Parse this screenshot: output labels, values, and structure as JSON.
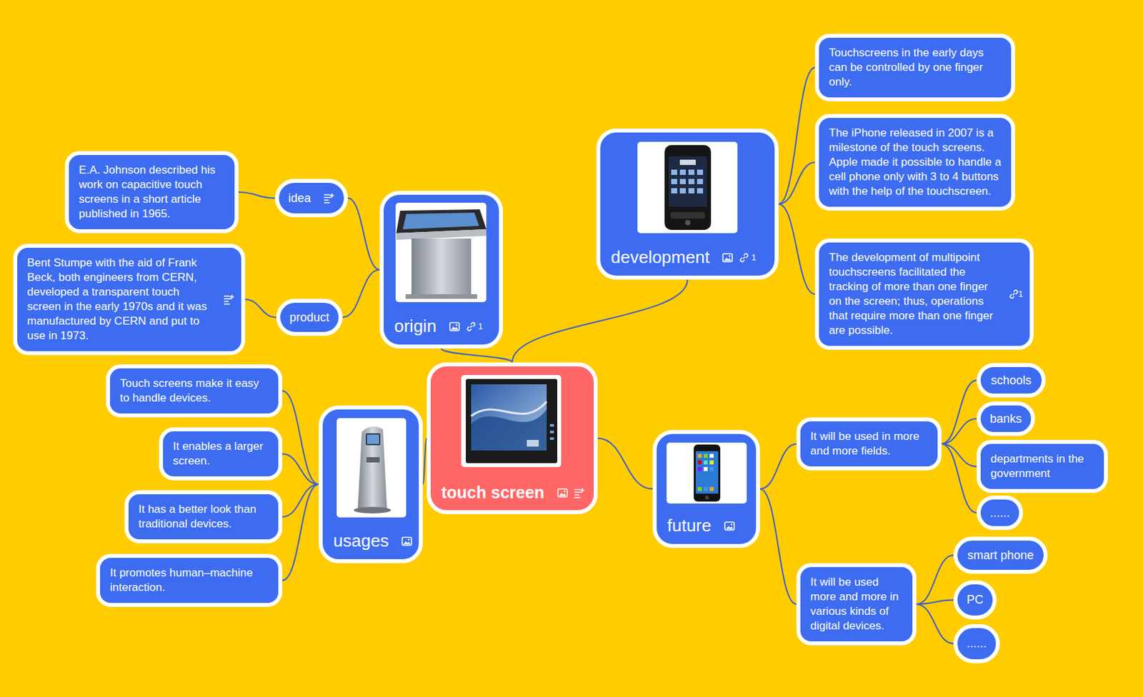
{
  "diagram": {
    "nodes": [
      {
        "text": [
          "touch screen"
        ]
      },
      {
        "text": [
          "origin"
        ]
      },
      {
        "text": [
          "idea"
        ]
      },
      {
        "text": [
          "E.A. Johnson described his work on capacitive touch screens in a short article published in 1965."
        ]
      },
      {
        "text": [
          "product"
        ]
      },
      {
        "text": [
          "Bent Stumpe with the aid of Frank Beck, both engineers from CERN, developed a transparent touch screen in the early 1970s and it was manufactured by CERN and put to use in 1973."
        ]
      },
      {
        "text": [
          "usages"
        ]
      },
      {
        "text": [
          "Touch screens make it easy to handle devices."
        ]
      },
      {
        "text": [
          "It enables a larger screen."
        ]
      },
      {
        "text": [
          "It has a better look than traditional devices."
        ]
      },
      {
        "text": [
          "It promotes human–machine interaction."
        ]
      },
      {
        "text": [
          "development"
        ]
      },
      {
        "text": [
          "Touchscreens in the early days can be controlled by one finger only."
        ]
      },
      {
        "text": [
          "The iPhone released in 2007 is a milestone of the touch screens. Apple made it possible to handle a cell phone only with 3 to 4 buttons with the help of the touchscreen."
        ]
      },
      {
        "text": [
          "The development of multipoint touchscreens facilitated the tracking of more than one finger on the screen; thus, operations that require more than one finger are possible."
        ]
      },
      {
        "text": [
          "future"
        ]
      },
      {
        "text": [
          "It will be used in more and more fields."
        ]
      },
      {
        "text": [
          "schools"
        ]
      },
      {
        "text": [
          "banks"
        ]
      },
      {
        "text": [
          "departments in the government"
        ]
      },
      {
        "text": [
          "......"
        ]
      },
      {
        "text": [
          "It will be used more and more in various kinds of digital devices."
        ]
      },
      {
        "text": [
          "smart phone"
        ]
      },
      {
        "text": [
          "PC"
        ]
      },
      {
        "text": [
          "......"
        ]
      }
    ],
    "edges": [
      {
        "from": 0,
        "to": 1,
        "arrow": "none"
      },
      {
        "from": 1,
        "to": 2,
        "arrow": "none"
      },
      {
        "from": 2,
        "to": 3,
        "arrow": "none"
      },
      {
        "from": 1,
        "to": 4,
        "arrow": "none"
      },
      {
        "from": 4,
        "to": 5,
        "arrow": "none"
      },
      {
        "from": 0,
        "to": 6,
        "arrow": "none"
      },
      {
        "from": 6,
        "to": 7,
        "arrow": "none"
      },
      {
        "from": 6,
        "to": 8,
        "arrow": "none"
      },
      {
        "from": 6,
        "to": 9,
        "arrow": "none"
      },
      {
        "from": 6,
        "to": 10,
        "arrow": "none"
      },
      {
        "from": 0,
        "to": 11,
        "arrow": "none"
      },
      {
        "from": 11,
        "to": 12,
        "arrow": "none"
      },
      {
        "from": 11,
        "to": 13,
        "arrow": "none"
      },
      {
        "from": 11,
        "to": 14,
        "arrow": "none"
      },
      {
        "from": 0,
        "to": 15,
        "arrow": "none"
      },
      {
        "from": 15,
        "to": 16,
        "arrow": "none"
      },
      {
        "from": 16,
        "to": 17,
        "arrow": "none"
      },
      {
        "from": 16,
        "to": 18,
        "arrow": "none"
      },
      {
        "from": 16,
        "to": 19,
        "arrow": "none"
      },
      {
        "from": 16,
        "to": 20,
        "arrow": "none"
      },
      {
        "from": 15,
        "to": 21,
        "arrow": "none"
      },
      {
        "from": 21,
        "to": 22,
        "arrow": "none"
      },
      {
        "from": 21,
        "to": 23,
        "arrow": "none"
      },
      {
        "from": 21,
        "to": 24,
        "arrow": "none"
      }
    ],
    "labels": [
      "1",
      "1",
      "1"
    ]
  }
}
